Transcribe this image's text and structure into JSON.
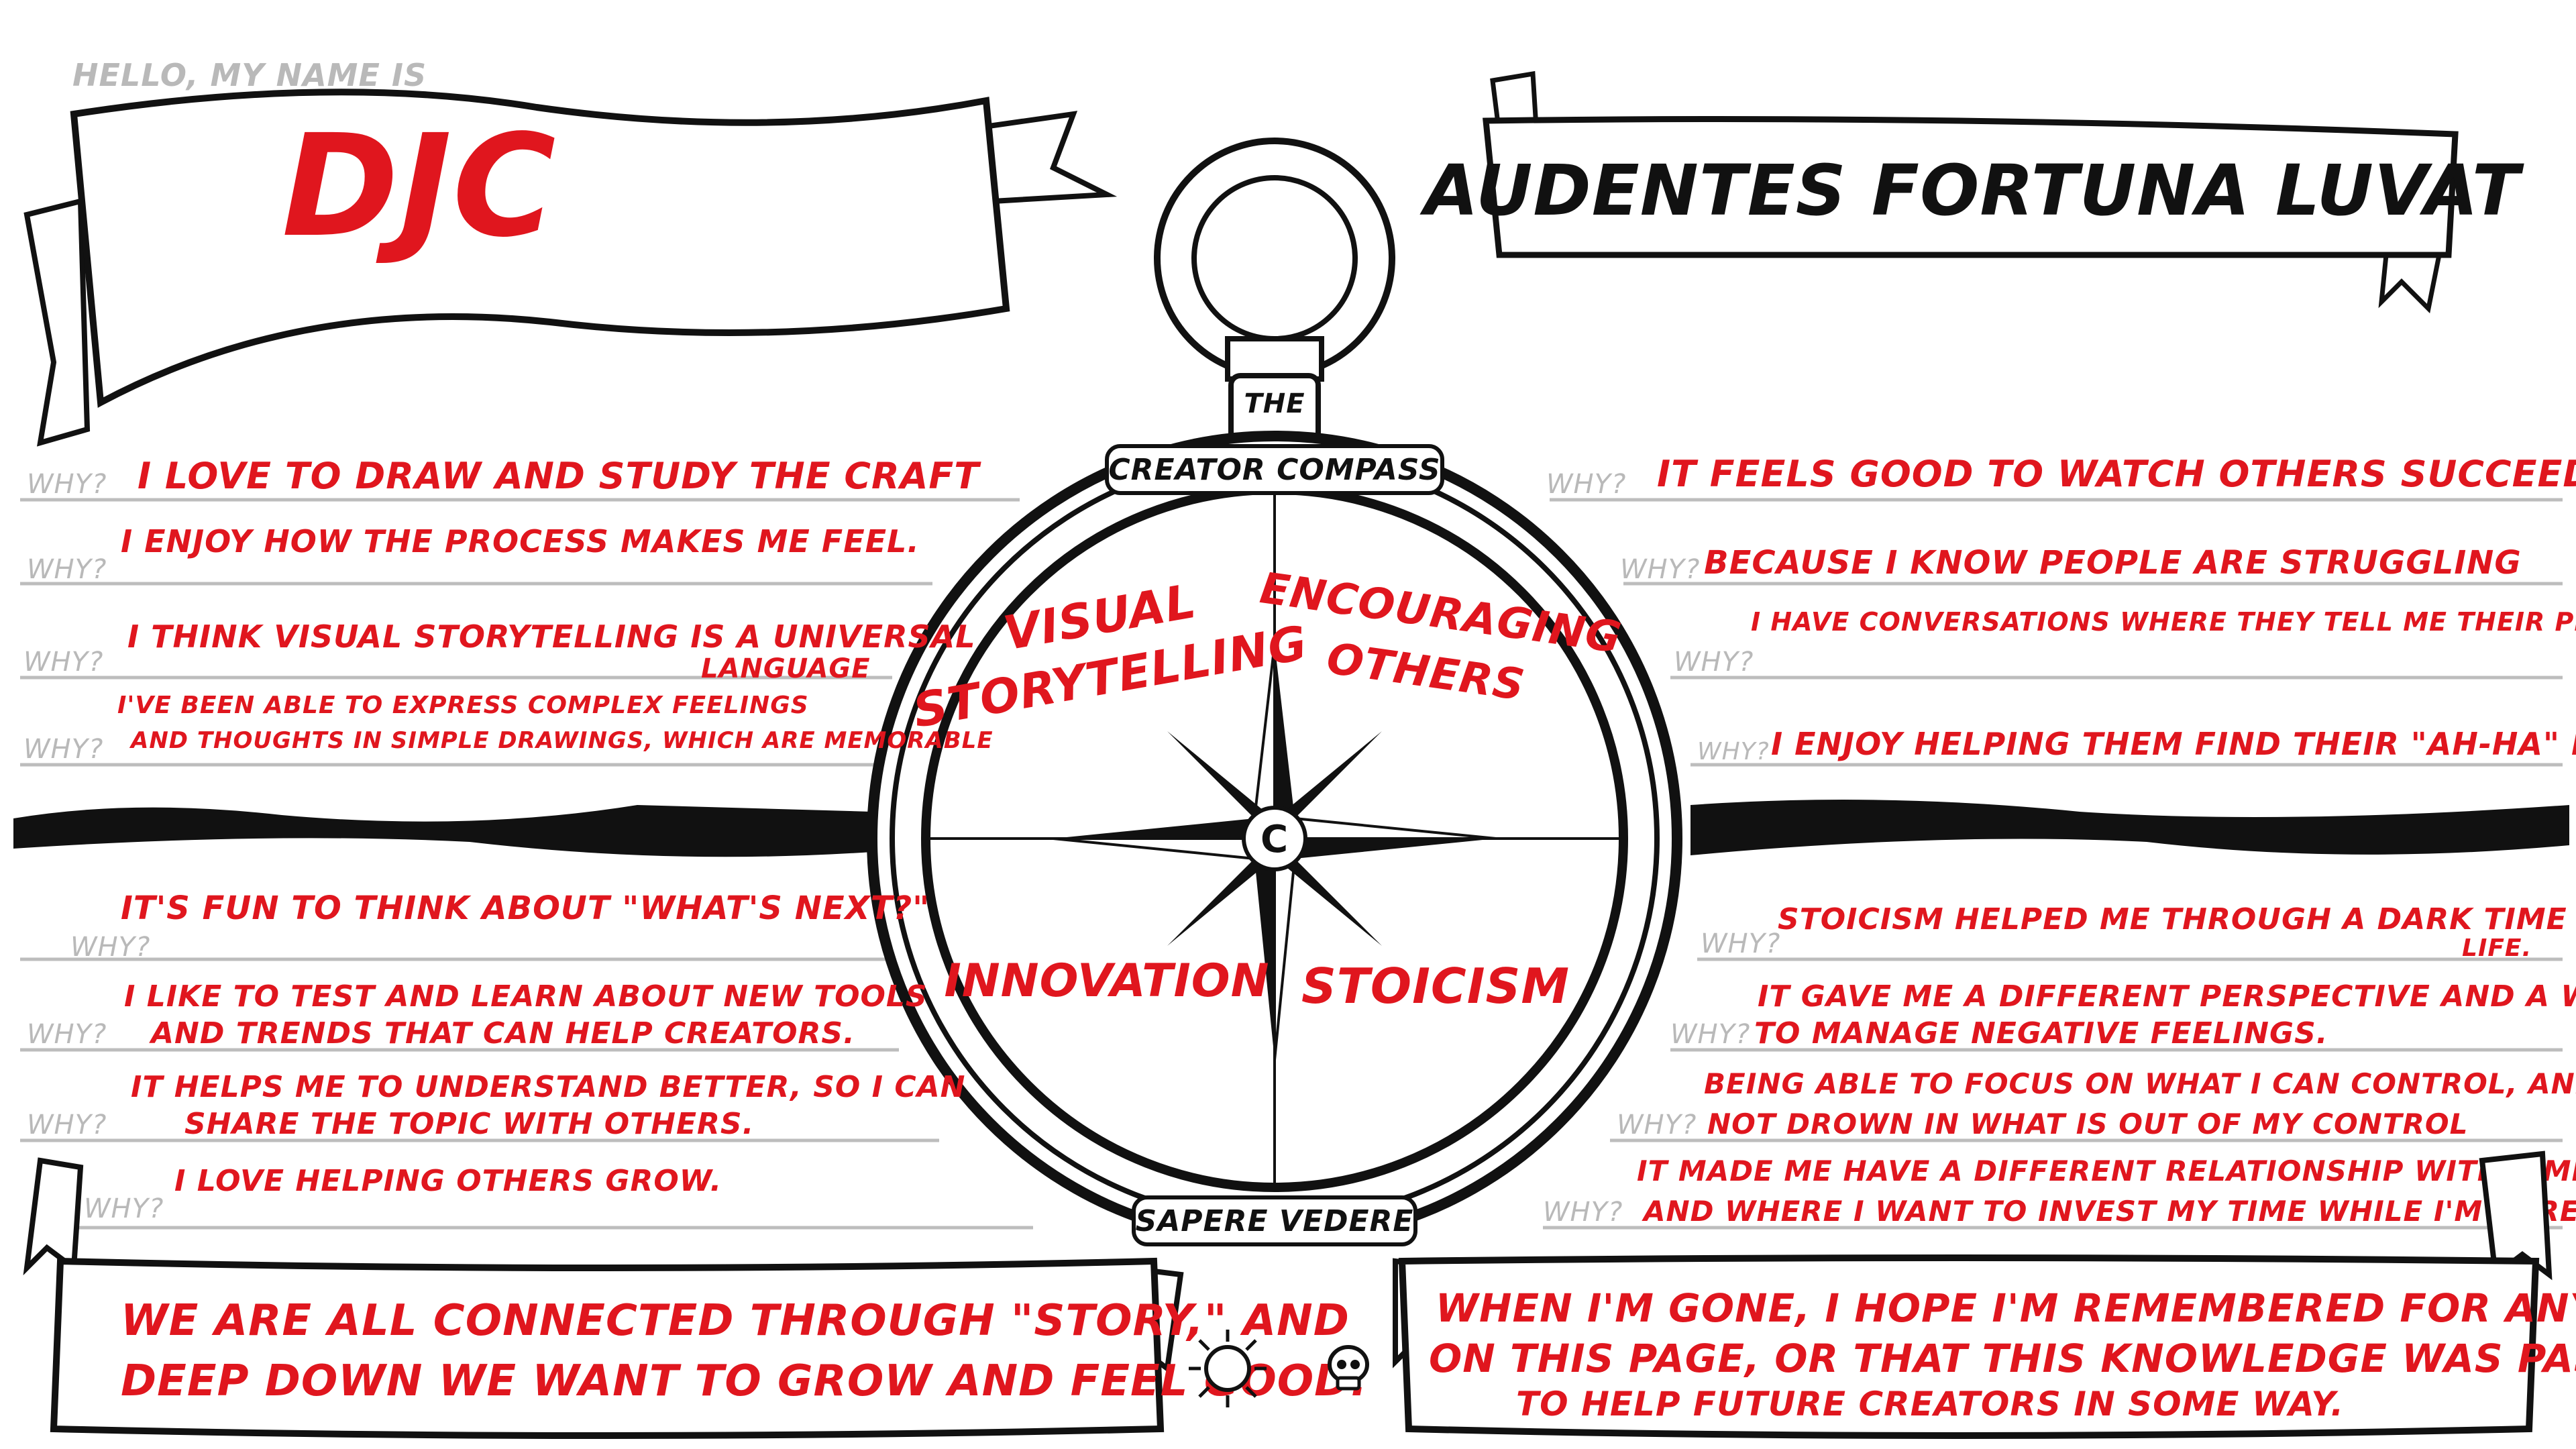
{
  "colors": {
    "accent": "#e0161e",
    "ink": "#111111",
    "guide": "#b9b9b9"
  },
  "name_tag": {
    "greeting": "HELLO, MY NAME IS",
    "name": "DJC"
  },
  "motto": "AUDENTES FORTUNA LUVAT",
  "compass": {
    "top_label": "THE",
    "ring_label": "CREATOR COMPASS",
    "bottom_label": "SAPERE VEDERE",
    "center_letter": "C",
    "quadrants": {
      "top_left": [
        "VISUAL",
        "STORYTELLING"
      ],
      "top_right": [
        "ENCOURAGING",
        "OTHERS"
      ],
      "bottom_left": [
        "INNOVATION"
      ],
      "bottom_right": [
        "STOICISM"
      ]
    }
  },
  "why_label": "WHY?",
  "left_upper": [
    [
      "I LOVE TO DRAW AND STUDY THE CRAFT"
    ],
    [
      "I ENJOY HOW THE PROCESS MAKES ME FEEL."
    ],
    [
      "I THINK VISUAL STORYTELLING IS A UNIVERSAL",
      "LANGUAGE"
    ],
    [
      "I'VE BEEN ABLE TO EXPRESS COMPLEX FEELINGS",
      "AND THOUGHTS IN SIMPLE DRAWINGS, WHICH ARE MEMORABLE"
    ]
  ],
  "left_lower": [
    [
      "IT'S FUN TO THINK ABOUT \"WHAT'S NEXT?\""
    ],
    [
      "I LIKE TO TEST AND LEARN ABOUT NEW TOOLS",
      "AND TRENDS THAT CAN HELP CREATORS."
    ],
    [
      "IT HELPS ME TO UNDERSTAND BETTER, SO I CAN",
      "SHARE THE TOPIC WITH OTHERS."
    ],
    [
      "I LOVE HELPING OTHERS GROW."
    ]
  ],
  "right_upper": [
    [
      "IT FEELS GOOD TO WATCH OTHERS SUCCEED"
    ],
    [
      "BECAUSE I KNOW PEOPLE ARE STRUGGLING"
    ],
    [
      "I HAVE CONVERSATIONS WHERE THEY TELL ME THEIR PROBLEMS."
    ],
    [
      "I ENJOY HELPING THEM FIND THEIR \"AH-HA\" MOMENT"
    ]
  ],
  "right_lower": [
    [
      "STOICISM HELPED ME THROUGH A DARK TIME IN MY",
      "LIFE."
    ],
    [
      "IT GAVE ME A DIFFERENT PERSPECTIVE AND A WAY",
      "TO MANAGE NEGATIVE FEELINGS."
    ],
    [
      "BEING ABLE TO FOCUS ON WHAT I CAN CONTROL, AND",
      "NOT DROWN IN WHAT IS OUT OF MY CONTROL"
    ],
    [
      "IT MADE ME HAVE A DIFFERENT RELATIONSHIP WITH TIME,",
      "AND WHERE I WANT TO INVEST MY TIME WHILE I'M HERE."
    ]
  ],
  "banner_left": [
    "WE ARE ALL CONNECTED THROUGH \"STORY,\" AND",
    "DEEP DOWN WE WANT TO GROW AND FEEL GOOD."
  ],
  "banner_right": [
    "WHEN I'M GONE, I HOPE I'M REMEMBERED FOR ANYTHING",
    "ON THIS PAGE, OR THAT THIS KNOWLEDGE WAS PAST ON",
    "TO HELP FUTURE CREATORS IN SOME WAY."
  ],
  "icons": [
    "sun-icon",
    "skull-icon"
  ]
}
